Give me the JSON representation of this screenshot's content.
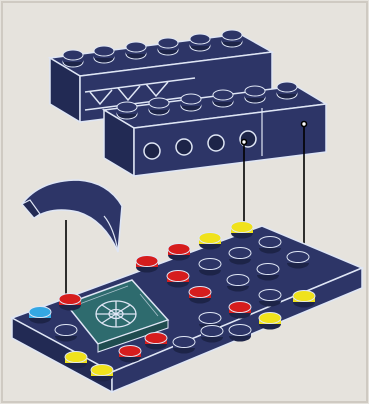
{
  "illustration": {
    "subject": "lego-assembly-step",
    "background_color": "#e6e3dd",
    "brick_color": "#2d3567",
    "brick_shade": "#222a54",
    "outline_color": "#dfe6f5",
    "stud_colors": {
      "red": "#d61d1d",
      "yellow": "#f0e21c",
      "blue": "#34a7e3",
      "dark": "#1d2448"
    },
    "tile_color": "#2e6b6e",
    "pieces": [
      {
        "name": "top-left-brick-1x6",
        "studs": 6
      },
      {
        "name": "top-right-brick-1x6-technic",
        "studs": 6,
        "holes": 4
      },
      {
        "name": "curved-slope-piece",
        "studs": 0
      },
      {
        "name": "base-plate",
        "studs_rows": 4,
        "studs_cols": 7
      },
      {
        "name": "printed-tile",
        "pattern": "wheel"
      }
    ],
    "guide_lines": 3
  }
}
